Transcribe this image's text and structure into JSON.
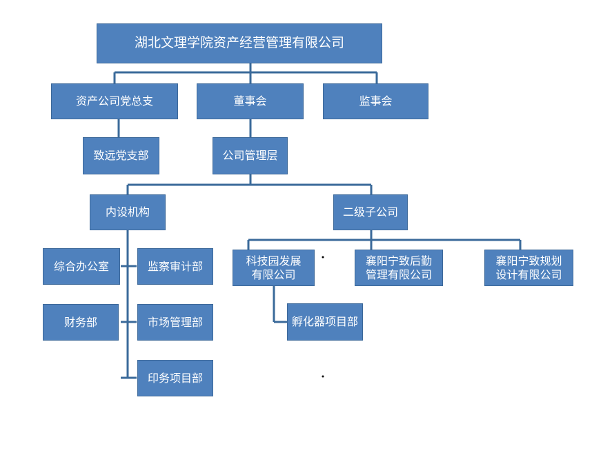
{
  "org_chart": {
    "root": "湖北文理学院资产经营管理有限公司",
    "level1": {
      "party_branch": "资产公司党总支",
      "board": "董事会",
      "supervisors": "监事会"
    },
    "level2": {
      "sub_party_branch": "致远党支部",
      "management": "公司管理层"
    },
    "level3": {
      "internal_departments": "内设机构",
      "subsidiaries": "二级子公司"
    },
    "departments": {
      "general_office": "综合办公室",
      "supervision_audit": "监察审计部",
      "finance": "财务部",
      "market_management": "市场管理部",
      "printing_project": "印务项目部"
    },
    "companies": {
      "tech_park": "科技园发展\n有限公司",
      "logistics": "襄阳宁致后勤\n管理有限公司",
      "planning_design": "襄阳宁致规划\n设计有限公司",
      "incubator": "孵化器项目部"
    }
  },
  "colors": {
    "box_fill": "#4f81bd",
    "box_text": "#ffffff",
    "connector": "#2f5f8f"
  }
}
